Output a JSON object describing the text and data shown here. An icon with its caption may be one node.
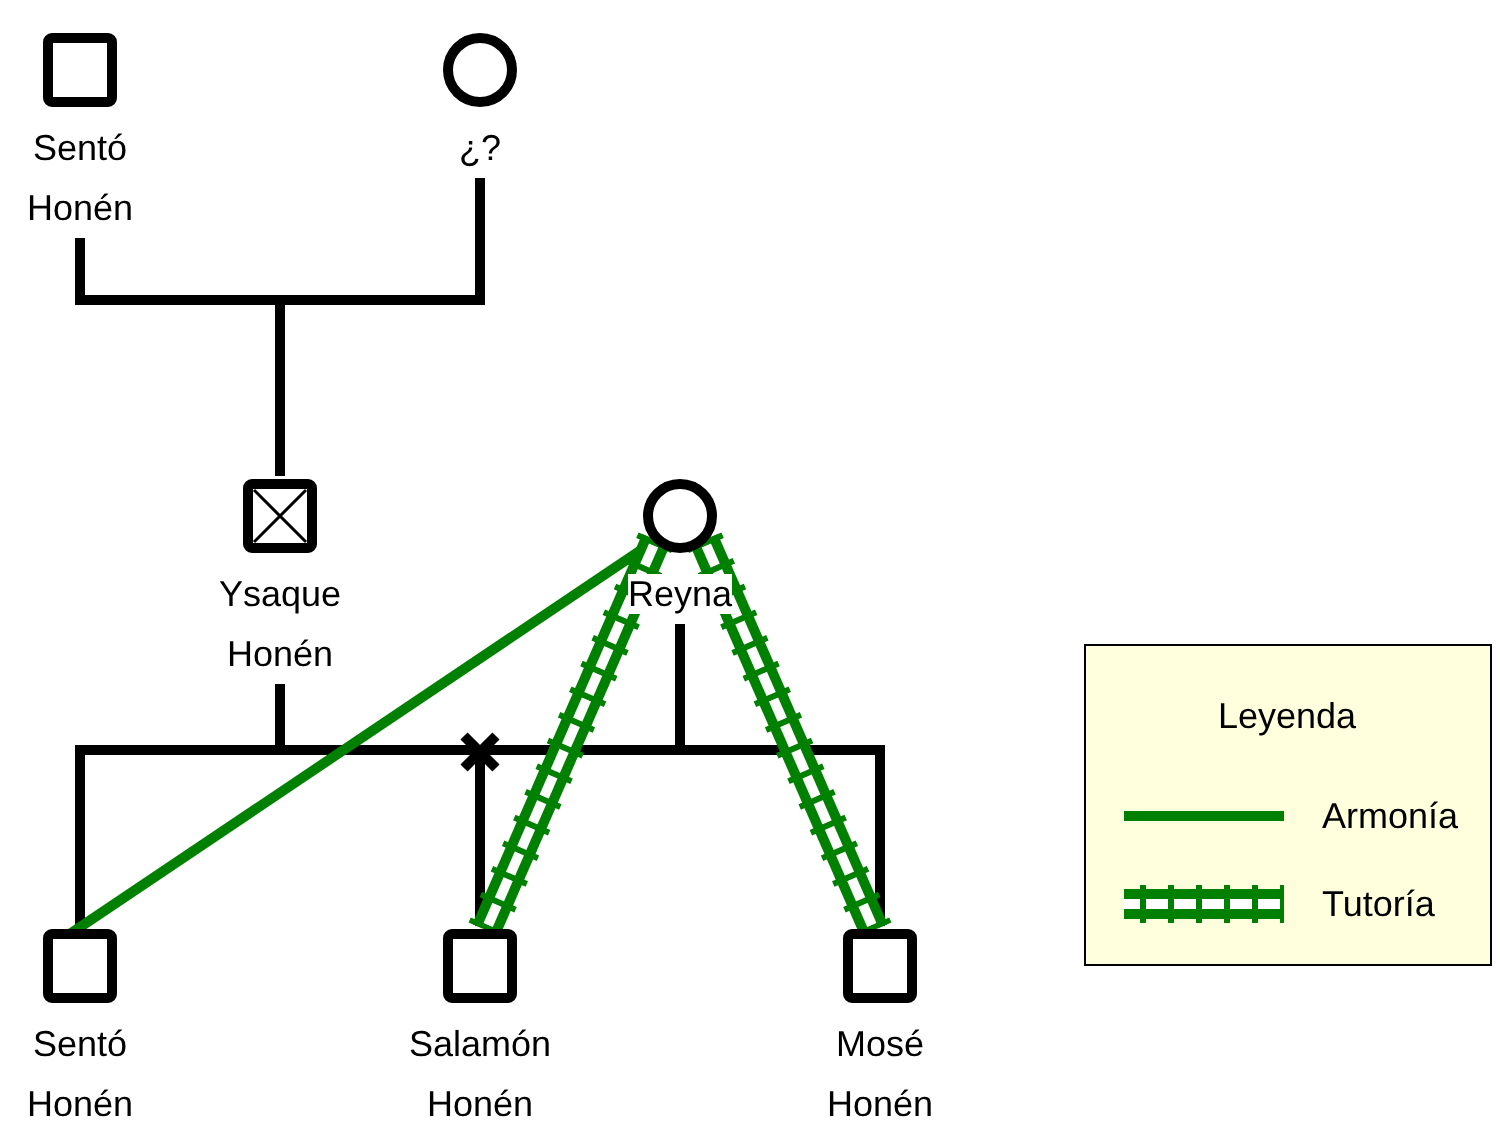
{
  "diagram": {
    "nodes": [
      {
        "text": [
          "Sentó Honén"
        ]
      },
      {
        "text": [
          "¿?"
        ]
      },
      {
        "text": [
          "Ysaque Honén"
        ]
      },
      {
        "text": [
          "Reyna"
        ]
      },
      {
        "text": [
          "Sentó Honén"
        ]
      },
      {
        "text": [
          "Salamón Honén"
        ]
      },
      {
        "text": [
          "Mosé Honén"
        ]
      }
    ],
    "edges": [
      {
        "from": 0,
        "to": 2,
        "arrow": "none"
      },
      {
        "from": 1,
        "to": 2,
        "arrow": "none"
      },
      {
        "from": 2,
        "to": 4,
        "arrow": "none"
      },
      {
        "from": 2,
        "to": 5,
        "arrow": "none"
      },
      {
        "from": 2,
        "to": 6,
        "arrow": "none"
      },
      {
        "from": 3,
        "to": 4,
        "arrow": "none"
      },
      {
        "from": 3,
        "to": 5,
        "arrow": "none"
      },
      {
        "from": 3,
        "to": 6,
        "arrow": "none"
      },
      {
        "from": 3,
        "to": 4,
        "arrow": "none",
        "color": "#008000"
      },
      {
        "from": 3,
        "to": 5,
        "arrow": "none",
        "style": "thick",
        "color": "#008000"
      },
      {
        "from": 3,
        "to": 6,
        "arrow": "none",
        "style": "thick",
        "color": "#008000"
      }
    ],
    "labels": [
      "Leyenda"
    ],
    "legend": [
      {
        "text": "Armonía"
      },
      {
        "text": "Tutoría"
      }
    ]
  }
}
